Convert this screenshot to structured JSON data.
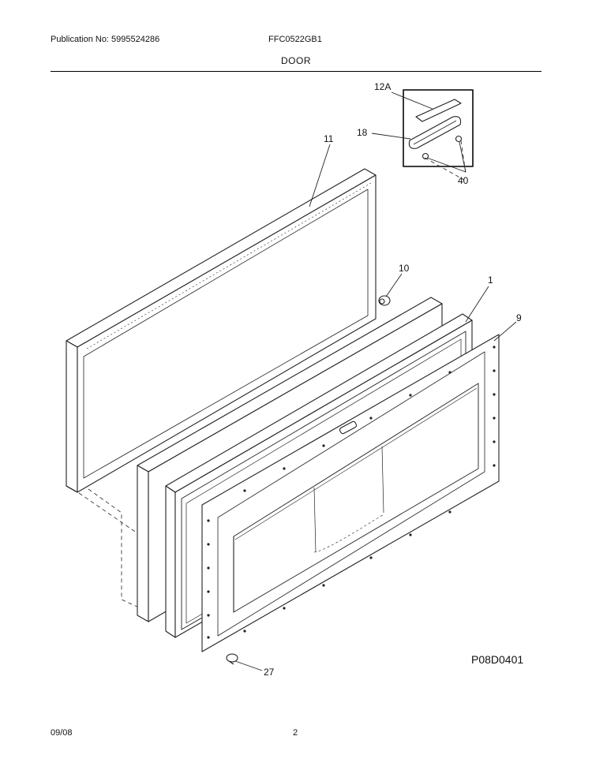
{
  "header": {
    "publication": "Publication No: 5995524286",
    "model": "FFC0522GB1",
    "section": "DOOR"
  },
  "parts": {
    "p12a": "12A",
    "p18": "18",
    "p40": "40",
    "p11": "11",
    "p10": "10",
    "p1": "1",
    "p9": "9",
    "p27": "27"
  },
  "diagram_code": "P08D0401",
  "footer": {
    "date": "09/08",
    "page": "2"
  }
}
